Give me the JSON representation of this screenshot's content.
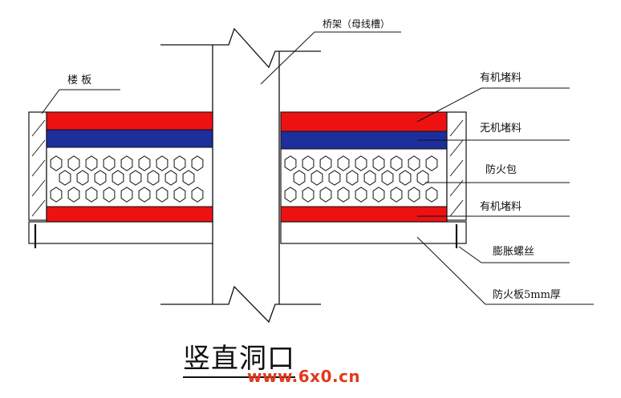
{
  "labels": {
    "floor_slab": "楼 板",
    "cable_tray": "桥架（母线槽）",
    "organic_seal_top": "有机堵料",
    "inorganic_seal": "无机堵料",
    "fire_pillow": "防火包",
    "organic_seal_bottom": "有机堵料",
    "expansion_bolt": "膨胀螺丝",
    "fireproof_board": "防火板5mm厚"
  },
  "caption": "竖直洞口",
  "watermark": "www.6x0.cn",
  "colors": {
    "organic_seal": "#ee1111",
    "inorganic_seal": "#1c2f9c",
    "line": "#111111",
    "watermark": "#e23a1a"
  }
}
